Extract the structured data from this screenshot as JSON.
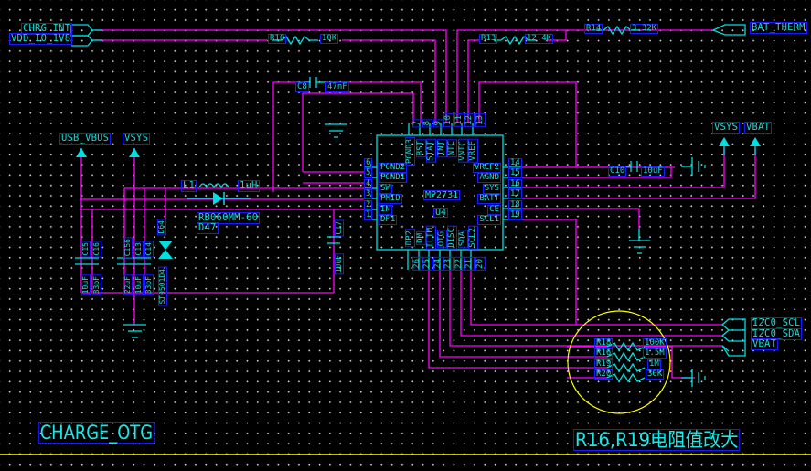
{
  "sheet": {
    "title": "CHARGE_OTG",
    "note": "R16,R19电阻值改大",
    "colors": {
      "wire": "#ff00ff",
      "component": "#00e0e0",
      "label_border": "#1a1aff",
      "highlight": "#ffff00",
      "background": "#000000"
    }
  },
  "net_ports": {
    "chrg_int": "CHRG_INT",
    "vdd_io": "VDD_IO_1V8",
    "bat_therm": "BAT_THERM",
    "i2c_scl": "I2C0_SCL",
    "i2c_sda": "I2C0_SDA",
    "vbat_port": "VBAT"
  },
  "power_flags": {
    "usb_vbus": "USB_VBUS",
    "vsys_left": "VSYS",
    "vsys_right": "VSYS",
    "vbat_right": "VBAT"
  },
  "ic": {
    "part": "MP2731",
    "ref": "U4",
    "left_pins": [
      {
        "num": "6",
        "name": "PGND2"
      },
      {
        "num": "5",
        "name": "PGND1"
      },
      {
        "num": "4",
        "name": "SW"
      },
      {
        "num": "3",
        "name": "PMID"
      },
      {
        "num": "2",
        "name": "IN"
      },
      {
        "num": "1",
        "name": "DP1"
      }
    ],
    "top_pins": [
      {
        "num": "7",
        "name": "PGND3"
      },
      {
        "num": "8",
        "name": "BST"
      },
      {
        "num": "9",
        "name": "STAT"
      },
      {
        "num": "10",
        "name": "INT"
      },
      {
        "num": "11",
        "name": "NTC"
      },
      {
        "num": "12",
        "name": "VNTC"
      },
      {
        "num": "13",
        "name": "VREF"
      }
    ],
    "right_pins": [
      {
        "num": "14",
        "name": "VREF2"
      },
      {
        "num": "15",
        "name": "AGND"
      },
      {
        "num": "16",
        "name": "SYS"
      },
      {
        "num": "17",
        "name": "BATT"
      },
      {
        "num": "18",
        "name": "CE"
      },
      {
        "num": "19",
        "name": "SCL1"
      }
    ],
    "bottom_pins": [
      {
        "num": "26",
        "name": "DP2"
      },
      {
        "num": "25",
        "name": "DM"
      },
      {
        "num": "24",
        "name": "ILIM"
      },
      {
        "num": "23",
        "name": "OTG"
      },
      {
        "num": "22",
        "name": "DISC"
      },
      {
        "num": "21",
        "name": "SDA"
      },
      {
        "num": "20",
        "name": "SCL2"
      }
    ]
  },
  "components": {
    "r10": {
      "ref": "R10",
      "value": "10K"
    },
    "r13": {
      "ref": "R13",
      "value": "12.4K"
    },
    "r14": {
      "ref": "R14",
      "value": "3.32K"
    },
    "c8": {
      "ref": "C8",
      "value": "47nF"
    },
    "c10": {
      "ref": "C10",
      "value": "10uF"
    },
    "l1": {
      "ref": "L1",
      "value": "1uH"
    },
    "d47": {
      "ref": "D47",
      "value": "RB060MM-60"
    },
    "d64": {
      "ref": "D64",
      "value": "ST0501D4"
    },
    "c15": {
      "ref": "C15",
      "value": "10uF"
    },
    "c16": {
      "ref": "C16",
      "value": "33pF"
    },
    "c156": {
      "ref": "C156",
      "value": "22uF"
    },
    "c13": {
      "ref": "C13",
      "value": "10uF"
    },
    "c14": {
      "ref": "C14",
      "value": "33pF"
    },
    "c17": {
      "ref": "C17",
      "value": "10uF"
    },
    "r18": {
      "ref": "R18",
      "value": "100K"
    },
    "r16": {
      "ref": "R16",
      "value": "1.5M"
    },
    "r19": {
      "ref": "R19",
      "value": "1M"
    },
    "r20": {
      "ref": "R20",
      "value": "30K"
    }
  }
}
